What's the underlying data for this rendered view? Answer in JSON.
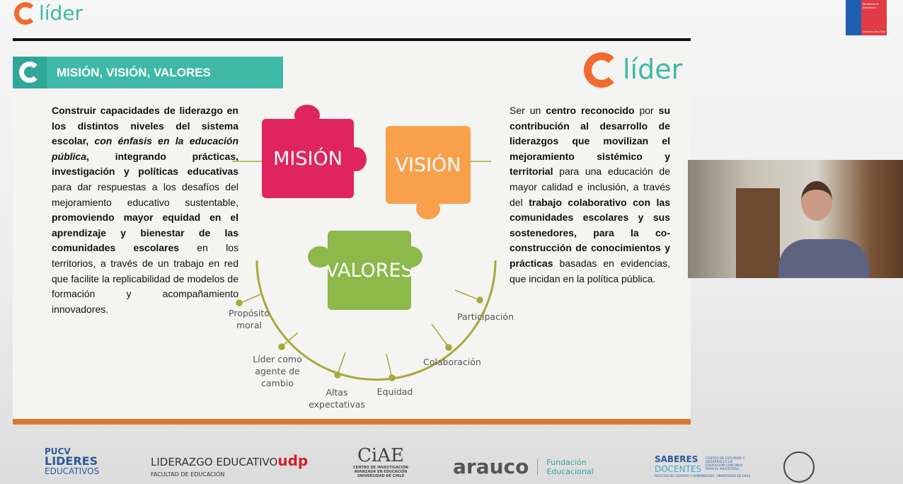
{
  "header": {
    "logo_text": "líder",
    "ministry_text": "Ministerio de Educación",
    "ministry_sub": "Gobierno de Chile"
  },
  "slide": {
    "banner_title": "MISIÓN, VISIÓN, VALORES",
    "logo_text": "líder",
    "mision_text": [
      {
        "t": "Construir capacidades de liderazgo en los distintos niveles del sistema escolar, ",
        "b": true
      },
      {
        "t": "con énfasis en la educación pública",
        "b": true,
        "i": true
      },
      {
        "t": ", integrando prácticas, investigación y políticas educativas",
        "b": true
      },
      {
        "t": " para dar respuestas a los desafíos del mejoramiento educativo sustentable, "
      },
      {
        "t": "promoviendo mayor equidad en el aprendizaje y bienestar de las comunidades escolares",
        "b": true
      },
      {
        "t": " en los territorios, a través de un trabajo en red que facilite la replicabilidad de modelos de formación y acompañamiento innovadores."
      }
    ],
    "vision_text": [
      {
        "t": "Ser un "
      },
      {
        "t": "centro reconocido",
        "b": true
      },
      {
        "t": " por "
      },
      {
        "t": "su contribución al desarrollo de liderazgos que movilizan el mejoramiento sistémico y territorial",
        "b": true
      },
      {
        "t": " para una educación de mayor calidad e inclusión, a través del "
      },
      {
        "t": "trabajo colaborativo con las comunidades escolares y sus sostenedores, para la co-construcción de conocimientos y prácticas",
        "b": true
      },
      {
        "t": " basadas en evidencias, que incidan en la política pública."
      }
    ],
    "pieces": {
      "mision": "MISIÓN",
      "vision": "VISIÓN",
      "valores": "VALORES"
    },
    "values": [
      "Propósito moral",
      "Líder como agente de cambio",
      "Altas expectativas",
      "Equidad",
      "Colaboración",
      "Participación"
    ],
    "colors": {
      "teal": "#3fb9a7",
      "orange": "#f26a2e",
      "pink": "#e0245e",
      "light_orange": "#f9a04b",
      "green": "#8db84a",
      "arc": "#a9a93a"
    }
  },
  "footer": {
    "pucv": "PUCV",
    "lideres": "LIDERES",
    "educativos": "EDUCATIVOS",
    "udp_main": "LIDERAZGO EDUCATIVO",
    "udp": "udp",
    "udp_sub": "FACULTAD DE EDUCACIÓN",
    "ciae": "CiAE",
    "ciae_sub": "CENTRO DE INVESTIGACIÓN AVANZADA EN EDUCACIÓN UNIVERSIDAD DE CHILE",
    "arauco": "arauco",
    "fundacion": "Fundación Educacional",
    "saberes": "SABERES",
    "docentes": "DOCENTES",
    "saberes_sub": "CENTRO DE ESTUDIOS Y DESARROLLO DE EDUCACIÓN CONTINUA PARA EL MAGISTERIO",
    "saberes_fac": "FACULTAD DE FILOSOFÍA Y HUMANIDADES · UNIVERSIDAD DE CHILE"
  }
}
